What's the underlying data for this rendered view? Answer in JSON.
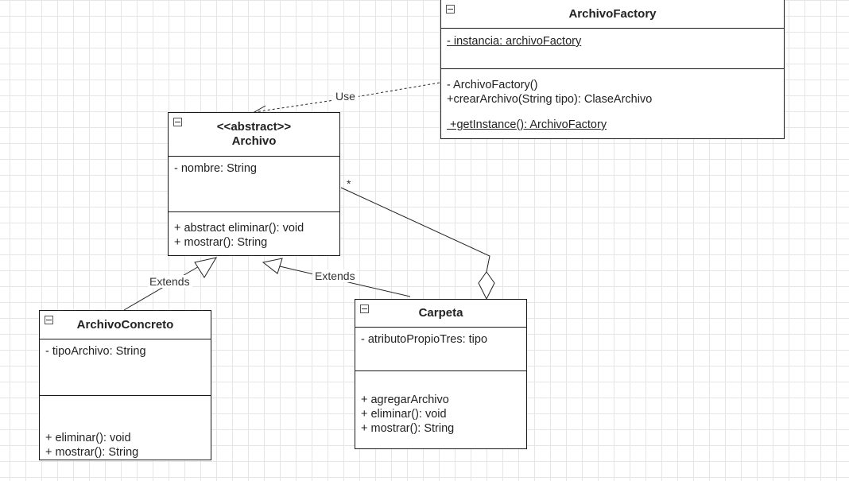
{
  "classes": {
    "archivo_factory": {
      "name": "ArchivoFactory",
      "attributes": [
        "- instancia: archivoFactory"
      ],
      "operations": [
        "- ArchivoFactory()",
        "+crearArchivo(String tipo): ClaseArchivo",
        " +getInstance(): ArchivoFactory"
      ]
    },
    "archivo": {
      "stereotype": "<<abstract>>",
      "name": "Archivo",
      "attributes": [
        "- nombre: String"
      ],
      "operations": [
        "+ abstract eliminar(): void",
        "+ mostrar(): String"
      ]
    },
    "archivo_concreto": {
      "name": "ArchivoConcreto",
      "attributes": [
        "- tipoArchivo: String"
      ],
      "operations": [
        "+ eliminar(): void",
        "+ mostrar(): String"
      ]
    },
    "carpeta": {
      "name": "Carpeta",
      "attributes": [
        "- atributoPropioTres: tipo"
      ],
      "operations": [
        "+ agregarArchivo",
        "+ eliminar(): void",
        "+ mostrar(): String"
      ]
    }
  },
  "relations": {
    "use_label": "Use",
    "extends_left_label": "Extends",
    "extends_right_label": "Extends",
    "multiplicity": "*"
  }
}
